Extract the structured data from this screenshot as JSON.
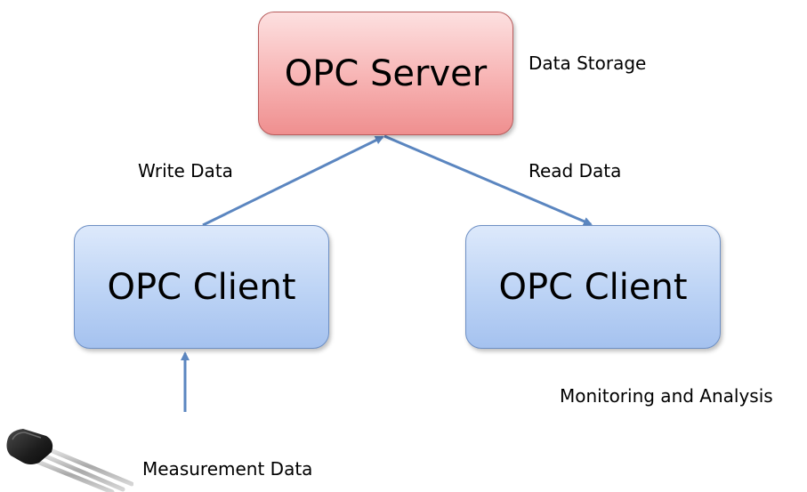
{
  "nodes": {
    "server": {
      "label": "OPC Server",
      "note": "Data Storage"
    },
    "client_left": {
      "label": "OPC Client"
    },
    "client_right": {
      "label": "OPC Client",
      "note": "Monitoring and Analysis"
    }
  },
  "edges": {
    "write": {
      "label": "Write Data",
      "from": "client_left",
      "to": "server"
    },
    "read": {
      "label": "Read Data",
      "from": "server",
      "to": "client_right"
    },
    "measure": {
      "label": "Measurement Data",
      "from": "sensor",
      "to": "client_left"
    }
  },
  "colors": {
    "server_fill": "#f7b3b3",
    "client_fill": "#bcd3f5",
    "arrow": "#5b86c0"
  },
  "icons": {
    "sensor": "transistor-sensor-icon"
  }
}
